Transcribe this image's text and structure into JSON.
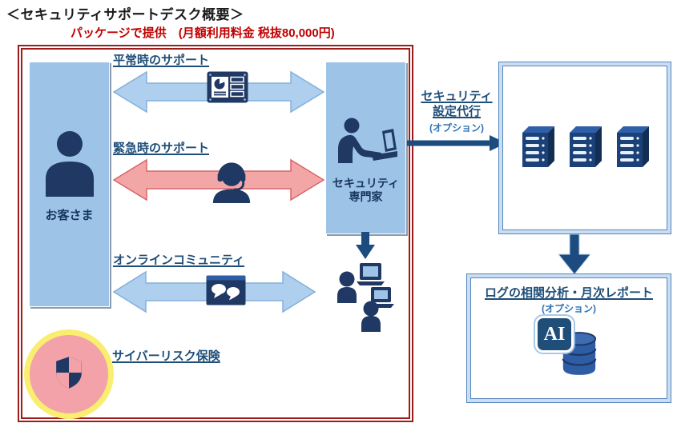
{
  "page": {
    "title": "＜セキュリティサポートデスク概要＞",
    "package_label": "パッケージで提供　(月額利用料金 税抜80,000円)"
  },
  "actors": {
    "customer": {
      "label": "お客さま"
    },
    "expert": {
      "line1": "セキュリティ",
      "line2": "専門家"
    }
  },
  "channels": [
    {
      "label": "平常時のサポート",
      "style": "blue",
      "icon": "dashboard-report-icon"
    },
    {
      "label": "緊急時のサポート",
      "style": "pink",
      "icon": "headset-operator-icon"
    },
    {
      "label": "オンラインコミュニティ",
      "style": "blue",
      "icon": "chat-bubbles-icon"
    }
  ],
  "insurance": {
    "label": "サイバーリスク保険",
    "icon": "shield-icon"
  },
  "options": {
    "security_config": {
      "line1": "セキュリティ",
      "line2": "設定代行",
      "note": "(オプション)"
    },
    "log_report": {
      "title": "ログの相関分析・月次レポート",
      "note": "(オプション)",
      "ai_badge": "AI"
    }
  },
  "colors": {
    "accent_red": "#C00000",
    "frame_red": "#9C1B1B",
    "navy": "#1F3864",
    "link_blue": "#1F4E79",
    "box_blue": "#9DC3E6",
    "arrow_blue": "#AECFEE",
    "arrow_pink": "#F3A6A6",
    "option_blue": "#2E75B6",
    "insurance_pink": "#F2A2A8",
    "insurance_yellow": "#F9EE6F"
  }
}
